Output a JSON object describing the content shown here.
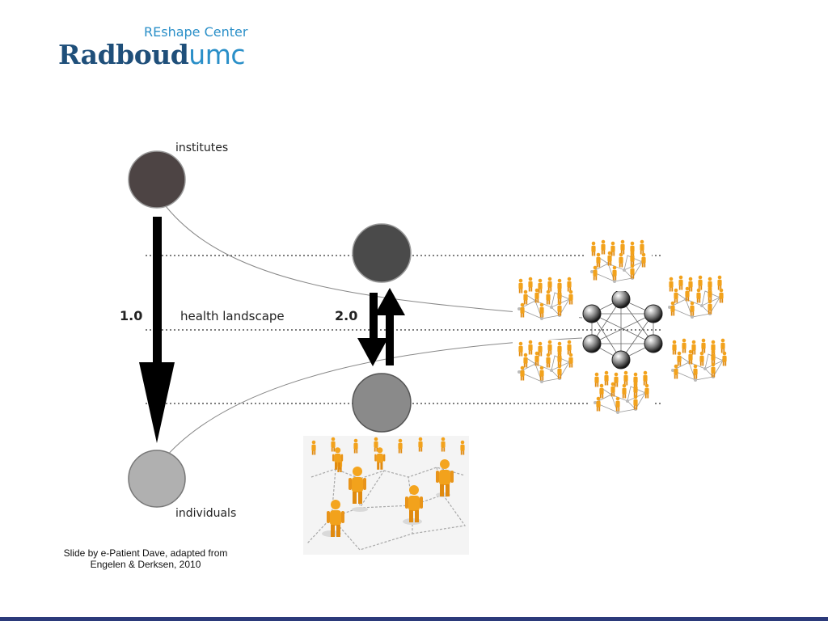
{
  "logo": {
    "subtitle": "REshape Center",
    "name_main": "Radboud",
    "name_accent": "umc"
  },
  "diagram": {
    "top_node_label": "institutes",
    "bottom_node_label": "individuals",
    "level_label_1": "1.0",
    "level_label_2": "2.0",
    "middle_label": "health landscape"
  },
  "credit": {
    "line1": "Slide by e-Patient Dave, adapted from",
    "line2": "Engelen & Derksen, 2010"
  },
  "colors": {
    "brand_dark": "#1f4f7a",
    "brand_light": "#2a8fc8",
    "figure_orange": "#f2a21c",
    "footer": "#2b3a7a"
  },
  "icons": [
    "people-network-icon",
    "network-hub-icon",
    "arrow-down-icon",
    "arrow-up-icon"
  ]
}
